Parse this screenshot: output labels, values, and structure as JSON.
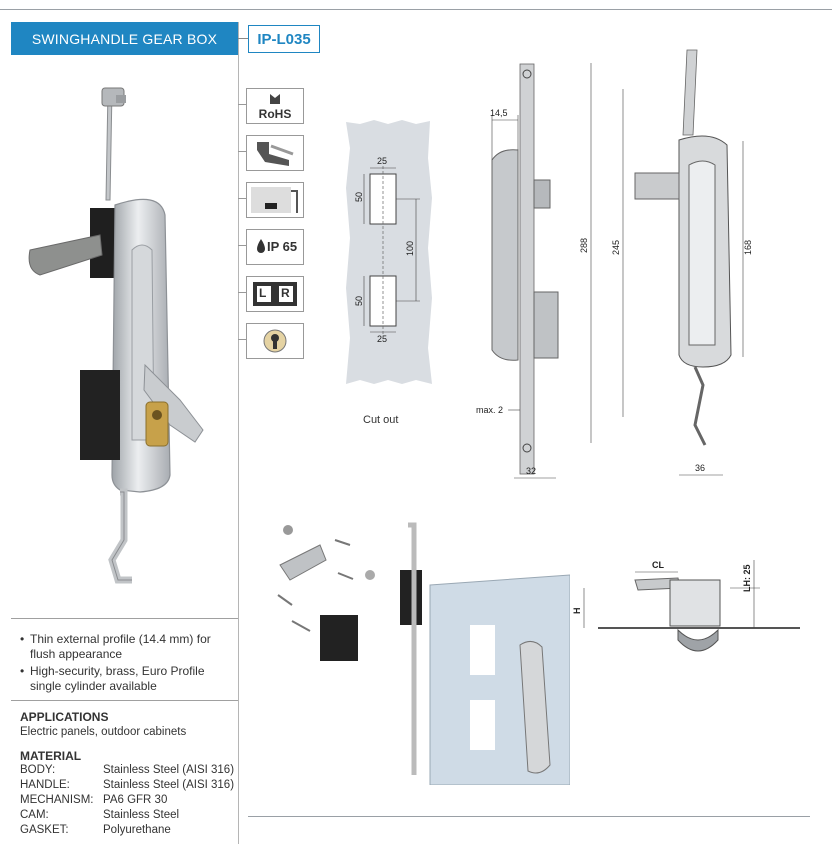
{
  "header": {
    "title": "SWINGHANDLE GEAR BOX",
    "code": "IP-L035"
  },
  "icons": [
    {
      "name": "rohs-icon",
      "label": "RoHS"
    },
    {
      "name": "profile-rail-icon",
      "label": ""
    },
    {
      "name": "panel-mount-icon",
      "label": ""
    },
    {
      "name": "ip-rating-icon",
      "label": "IP 65"
    },
    {
      "name": "left-right-icon",
      "label_left": "L",
      "label_right": "R"
    },
    {
      "name": "euro-cylinder-icon",
      "label": ""
    }
  ],
  "features": [
    "Thin external profile (14.4 mm) for flush appearance",
    "High-security, brass, Euro Profile single cylinder available"
  ],
  "applications": {
    "heading": "APPLICATIONS",
    "text": "Electric panels, outdoor cabinets"
  },
  "material": {
    "heading": "MATERIAL",
    "rows": [
      {
        "key": "BODY:",
        "value": "Stainless Steel (AISI 316)"
      },
      {
        "key": "HANDLE:",
        "value": "Stainless Steel (AISI 316)"
      },
      {
        "key": "MECHANISM:",
        "value": "PA6 GFR 30"
      },
      {
        "key": "CAM:",
        "value": "Stainless Steel"
      },
      {
        "key": "GASKET:",
        "value": "Polyurethane"
      }
    ]
  },
  "cutout": {
    "caption": "Cut out",
    "dims": {
      "w_top": "25",
      "h_top": "50",
      "spacing": "100",
      "h_bottom": "50",
      "w_bottom": "25"
    }
  },
  "side_view": {
    "dims": {
      "depth": "14,5",
      "max": "max. 2",
      "width": "32"
    }
  },
  "front_view": {
    "dims": {
      "overall": "288",
      "mid": "245",
      "handle": "168",
      "width": "36"
    }
  },
  "section_view": {
    "dims": {
      "cl": "CL",
      "lh": "LH: 25",
      "h": "H"
    }
  },
  "colors": {
    "brand_blue": "#1f86c2",
    "cutout_gray": "#d9dde2",
    "metal": "#c8cacc"
  }
}
